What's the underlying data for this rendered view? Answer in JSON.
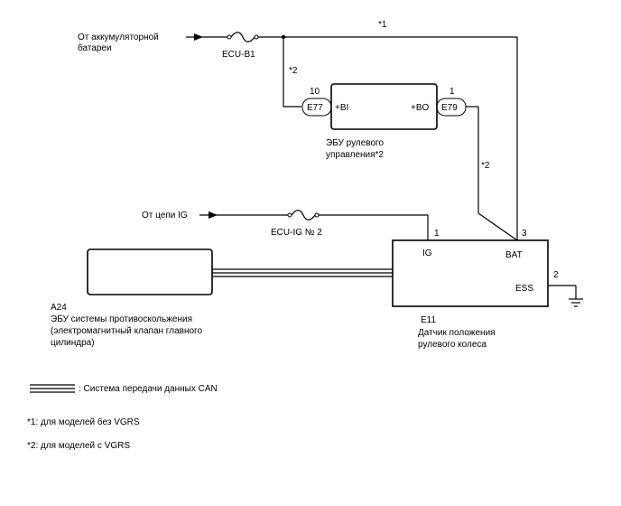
{
  "sources": {
    "battery_line1": "От аккумуляторной",
    "battery_line2": "батареи",
    "ig_circuit": "От цепи IG"
  },
  "fuses": {
    "ecu_b1": "ECU-B1",
    "ecu_ig2": "ECU-IG № 2"
  },
  "notes_marks": {
    "mark1": "*1",
    "mark2_left": "*2",
    "mark2_right": "*2"
  },
  "steering_ecu": {
    "label_line1": "ЭБУ рулевого",
    "label_line2": "управления*2",
    "pin_bi": "+BI",
    "pin_bo": "+BO",
    "conn_left": "E77",
    "conn_right": "E79",
    "pin_num_left": "10",
    "pin_num_right": "1"
  },
  "sensor": {
    "id": "E11",
    "label_line1": "Датчик положения",
    "label_line2": "рулевого колеса",
    "pin_ig": "IG",
    "pin_bat": "BAT",
    "pin_ess": "ESS",
    "num_ig": "1",
    "num_bat": "3",
    "num_ess": "2"
  },
  "abs_ecu": {
    "id": "A24",
    "label_line1": "ЭБУ системы противоскольжения",
    "label_line2": "(электромагнитный клапан главного",
    "label_line3": "цилиндра)"
  },
  "legend": {
    "can": ": Система передачи данных CAN",
    "note1": "*1: для моделей без VGRS",
    "note2": "*2: для моделей с VGRS"
  }
}
